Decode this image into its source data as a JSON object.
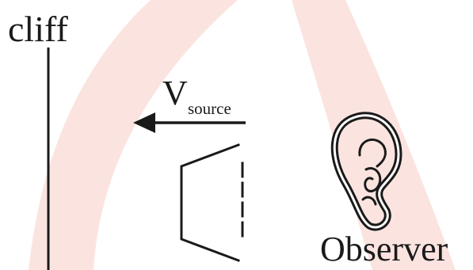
{
  "labels": {
    "cliff": "cliff",
    "velocity_symbol": "V",
    "velocity_subscript": "source",
    "observer": "Observer"
  },
  "icons": {
    "observer": "ear-icon",
    "source": "loudspeaker-icon"
  },
  "colors": {
    "background": "#ffffff",
    "wavefront": "#fbe4e0",
    "ink": "#1a1a1a"
  }
}
